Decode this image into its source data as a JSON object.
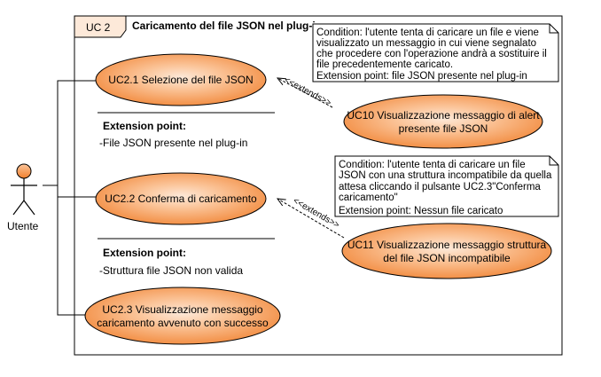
{
  "diagram": {
    "system": {
      "tab": "UC 2",
      "title": "Caricamento del file JSON nel plug-in"
    },
    "actor": {
      "name": "Utente"
    },
    "use_cases": {
      "uc2_1": {
        "label": "UC2.1 Selezione del file JSON"
      },
      "uc2_2": {
        "label": "UC2.2 Conferma di caricamento"
      },
      "uc2_3": {
        "line1": "UC2.3 Visualizzazione messaggio",
        "line2": "caricamento avvenuto con successo"
      },
      "uc10": {
        "line1": "UC10 Visualizzazione messaggio di alert",
        "line2": "presente file JSON"
      },
      "uc11": {
        "line1": "UC11 Visualizzazione messaggio struttura",
        "line2": "del file JSON incompatibile"
      }
    },
    "extension_points": {
      "ep1": {
        "heading": "Extension point:",
        "item": "-File JSON presente nel plug-in"
      },
      "ep2": {
        "heading": "Extension point:",
        "item": "-Struttura file JSON non valida"
      }
    },
    "notes": {
      "note1": [
        "Condition: l'utente tenta di caricare un file e viene",
        "visualizzato un messaggio in cui viene segnalato",
        "che procedere con l'operazione andrà a sostituire il",
        "file precedentemente caricato.",
        "Extension point: file JSON presente nel plug-in"
      ],
      "note2": [
        "Condition: l'utente tenta di caricare un file",
        "JSON con una struttura incompatibile da quella",
        "attesa cliccando il pulsante UC2.3\"Conferma",
        "caricamento\"",
        "Extension point: Nessun file caricato"
      ]
    },
    "relations": {
      "extends1": "<<extends>>",
      "extends2": "<<extends>>"
    },
    "colors": {
      "usecase_fill_light": "#fde3cc",
      "usecase_fill_dark": "#f28a3c",
      "tab_fill": "#fde9d9",
      "line": "#000000"
    }
  }
}
